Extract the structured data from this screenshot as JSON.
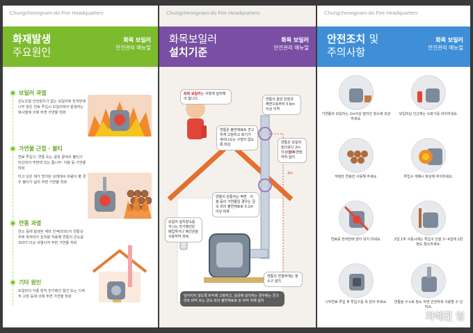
{
  "header_text": "Chungcheongnam-do Fire Headquarters",
  "panel1": {
    "title_line1": "화재발생",
    "title_line2": "주요원인",
    "sub_line1": "화목 보일러",
    "sub_line2": "안전관리 매뉴얼",
    "sections": [
      {
        "heading": "보일러 과열",
        "text": "온도조절 안전장치가 없는 보일러에 한꺼번에 너무 많은 연료 투입시 보일러에서 발생하는 복사열에 의해 주변 가연물 착화"
      },
      {
        "heading": "가연물 근접 · 불티",
        "text": "연료 투입구, 연통 또는 굴뚝 끝에서 불티가 비산되어 주변에 있는 톱니무, 지붕 등 가연물 착화"
      },
      {
        "heading": "",
        "text": "타고 남은 재가 방치된 상태에서 바람이 불 경우 불티가 날려 주변 가연물 착화"
      },
      {
        "heading": "연통 과열",
        "text": "연소 중에 발생된 재와 진액(타르)이 연통내부에 축적되어 숯처럼 작용해 연통의 온도를 300℃이상 과열시켜 주변 가연물 착화"
      },
      {
        "heading": "기타 원인",
        "text": "보일러의 각종 장치 전기배선 합선 또는 기계적 고장 등에 의해 주변 가연물 착화"
      }
    ]
  },
  "panel2": {
    "title_line1": "화목보일러",
    "title_line2": "설치기준",
    "sub_line1": "화목 보일러",
    "sub_line2": "안전관리 매뉴얼",
    "callouts": [
      {
        "text_pre": "화목 보일러",
        "text_post": "는 이렇게 설치해야 합니다."
      },
      {
        "text": "연통의 끝은 천장과 벽면으로부터 0.6m 이상 이격"
      },
      {
        "text": "연통은 불연재료로 견고하게 고정하고 회기가 새어나오는 구멍이 없도록 마감"
      },
      {
        "text": "연통은 보일러 높이보다 2m 이상 높게 연장하여 설치"
      },
      {
        "text": "연통이 관통하는 벽면 · 지붕 등이 가연물일 경우는 금속 외의 불연재료로 0.1m이상 피복"
      },
      {
        "text": "보일러 설치장소를 지나는 전기배선은 매립하거나 배선관을 사용하여 피복"
      },
      {
        "text": "연통의 연결부에는 청소구 설치"
      },
      {
        "text": "넘어지지 않도록 바닥에 고정하고, 실내에 설치하는 경우에는 콘크리트 바닥 또는 금속 외의 불연재료로 된 바닥 위에 설치"
      }
    ],
    "dims": {
      "d1": "0.6m",
      "d2": "2m"
    }
  },
  "panel3": {
    "title_line1": "안전조치",
    "title_conj": "및",
    "title_line2": "주의사항",
    "sub_line1": "화목 보일러",
    "sub_line2": "안전관리 매뉴얼",
    "items": [
      {
        "num": "",
        "text": "가연물과 보일러는 2m이상 떨어진 장소에 보관하세요."
      },
      {
        "num": "",
        "text": "보일러실 인근에는 소화기를 비치하세요."
      },
      {
        "num": "",
        "text": "적정한 연료만 사용해 주세요."
      },
      {
        "num": "",
        "text": "투입구 개폐시 화상에 주의하세요."
      },
      {
        "num": "",
        "text": "연료를 한꺼번에 많이 넣지 마세요."
      },
      {
        "num": "",
        "text": "3일 1주 사용시에는 투입구 안을 3~4일에 1번 정도 청소하세요."
      },
      {
        "num": "",
        "text": "나무연료 투입 후 투입구를 꼭 닫아 주세요."
      },
      {
        "num": "",
        "text": "연통을 수시로 청소 하면 안전하게 사용할 수 있어요."
      }
    ]
  },
  "watermark": "차혜진 잉"
}
